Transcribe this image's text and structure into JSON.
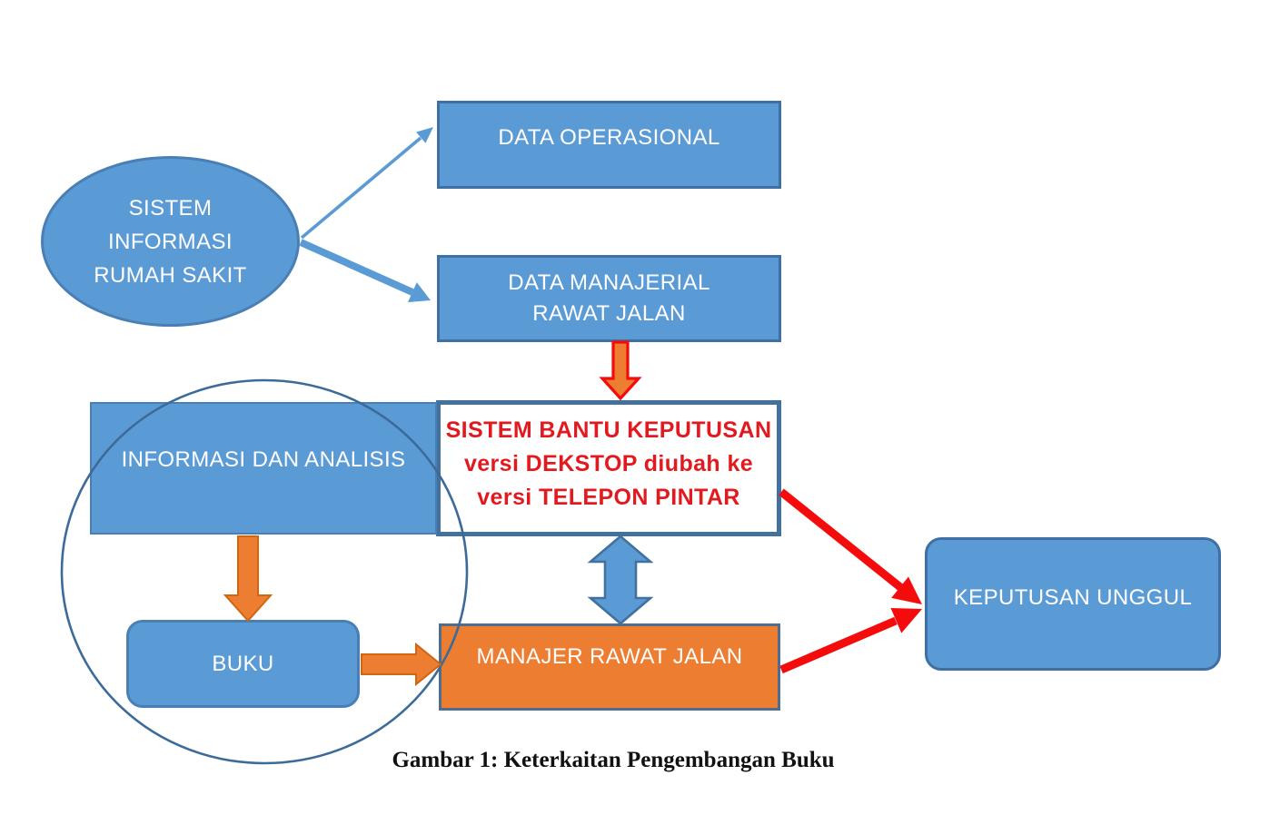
{
  "caption": "Gambar 1: Keterkaitan Pengembangan Buku",
  "nodes": {
    "sistem_informasi": {
      "lines": [
        "SISTEM",
        "INFORMASI",
        "RUMAH SAKIT"
      ]
    },
    "data_operasional": {
      "label": "DATA OPERASIONAL"
    },
    "data_manajerial": {
      "lines": [
        "DATA MANAJERIAL",
        "RAWAT JALAN"
      ]
    },
    "sistem_bantu": {
      "lines": [
        "SISTEM BANTU KEPUTUSAN",
        "versi DEKSTOP diubah ke",
        "versi TELEPON PINTAR"
      ]
    },
    "informasi_analisis": {
      "label": "INFORMASI DAN ANALISIS"
    },
    "buku": {
      "label": "BUKU"
    },
    "manajer": {
      "label": "MANAJER RAWAT JALAN"
    },
    "keputusan": {
      "label": "KEPUTUSAN UNGGUL"
    }
  },
  "connectors": [
    {
      "from": "sistem_informasi",
      "to": "data_operasional",
      "style": "thin-blue-arrow"
    },
    {
      "from": "sistem_informasi",
      "to": "data_manajerial",
      "style": "thick-blue-arrow"
    },
    {
      "from": "data_manajerial",
      "to": "sistem_bantu",
      "style": "orange-arrow-red-outline"
    },
    {
      "from": "informasi_analisis",
      "to": "buku",
      "style": "orange-block-arrow"
    },
    {
      "from": "buku",
      "to": "manajer",
      "style": "orange-block-arrow"
    },
    {
      "from": "sistem_bantu",
      "to": "manajer",
      "style": "blue-double-arrow"
    },
    {
      "from": "sistem_bantu",
      "to": "keputusan",
      "style": "thick-red-arrow"
    },
    {
      "from": "manajer",
      "to": "keputusan",
      "style": "thick-red-arrow"
    },
    {
      "around": [
        "informasi_analisis",
        "buku"
      ],
      "style": "circle-outline"
    }
  ],
  "colors": {
    "shape_blue_fill": "#5b9bd5",
    "shape_blue_border": "#41719c",
    "orange_fill": "#ed7d31",
    "orange_border": "#d1660f",
    "red_text": "#e2191f",
    "red_arrow": "#f40c0c",
    "circle_stroke": "#3c6b99",
    "white_text": "#ffffff",
    "caption_text": "#111111"
  }
}
